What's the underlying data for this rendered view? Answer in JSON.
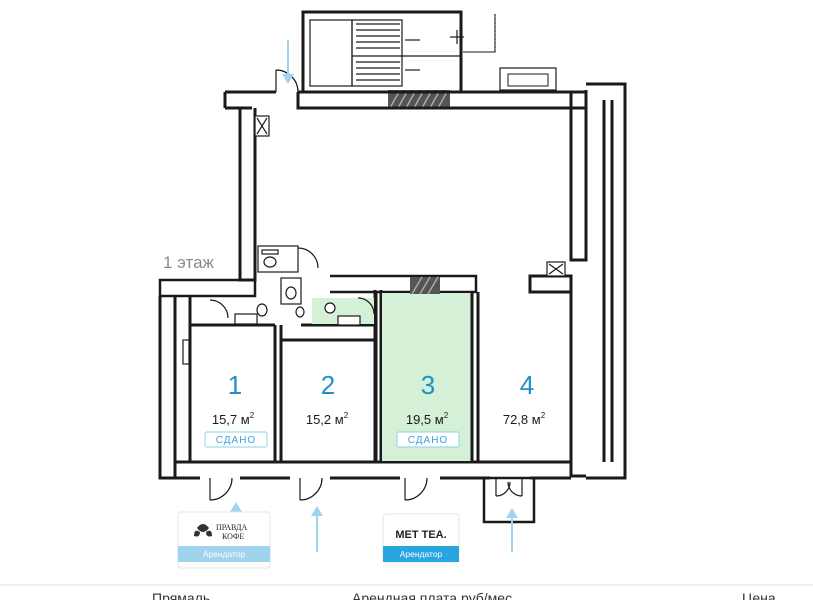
{
  "floor_label": "1 этаж",
  "units": [
    {
      "number": "1",
      "area": "15,7 м",
      "status": "СДАНО"
    },
    {
      "number": "2",
      "area": "15,2 м",
      "status": ""
    },
    {
      "number": "3",
      "area": "19,5 м",
      "status": "СДАНО"
    },
    {
      "number": "4",
      "area": "72,8 м",
      "status": ""
    }
  ],
  "area_unit_sup": "2",
  "tenants": [
    {
      "logo_line1": "ПРАВДА",
      "logo_line2": "КОФЕ",
      "caption": "Арендатор"
    },
    {
      "logo": "MET TEA.",
      "caption": "Арендатор"
    }
  ],
  "bottom_nav": [
    "Прямаль",
    "Арендная плата руб/мес",
    "Цена"
  ],
  "colors": {
    "wall": "#1a1a1a",
    "accent_blue": "#1f8fc7",
    "rented_fill": "#d4f0d6",
    "badge_border": "#8ed0ee",
    "tenant_badge": "#9fd3ee",
    "arrow": "#9fd3ee"
  }
}
